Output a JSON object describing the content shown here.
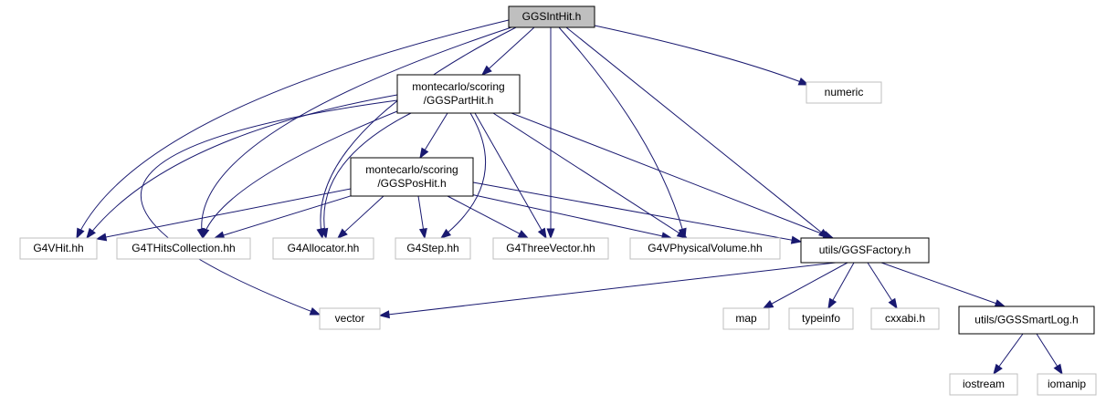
{
  "colors": {
    "edge": "#191970",
    "root_fill": "#bfbfbf",
    "documented_border": "#000000",
    "external_border": "#bfbfbf",
    "text": "#000000"
  },
  "nodes": [
    {
      "id": "ggsinthit",
      "lines": [
        "GGSIntHit.h"
      ],
      "kind": "root"
    },
    {
      "id": "ggsparthit",
      "lines": [
        "montecarlo/scoring",
        "/GGSPartHit.h"
      ],
      "kind": "documented"
    },
    {
      "id": "ggsposhit",
      "lines": [
        "montecarlo/scoring",
        "/GGSPosHit.h"
      ],
      "kind": "documented"
    },
    {
      "id": "numeric",
      "lines": [
        "numeric"
      ],
      "kind": "external"
    },
    {
      "id": "g4vhit",
      "lines": [
        "G4VHit.hh"
      ],
      "kind": "external"
    },
    {
      "id": "g4thitscollection",
      "lines": [
        "G4THitsCollection.hh"
      ],
      "kind": "external"
    },
    {
      "id": "g4allocator",
      "lines": [
        "G4Allocator.hh"
      ],
      "kind": "external"
    },
    {
      "id": "g4step",
      "lines": [
        "G4Step.hh"
      ],
      "kind": "external"
    },
    {
      "id": "g4threevector",
      "lines": [
        "G4ThreeVector.hh"
      ],
      "kind": "external"
    },
    {
      "id": "g4vphysicalvolume",
      "lines": [
        "G4VPhysicalVolume.hh"
      ],
      "kind": "external"
    },
    {
      "id": "ggsfactory",
      "lines": [
        "utils/GGSFactory.h"
      ],
      "kind": "documented"
    },
    {
      "id": "vector",
      "lines": [
        "vector"
      ],
      "kind": "external"
    },
    {
      "id": "map",
      "lines": [
        "map"
      ],
      "kind": "external"
    },
    {
      "id": "typeinfo",
      "lines": [
        "typeinfo"
      ],
      "kind": "external"
    },
    {
      "id": "cxxabi",
      "lines": [
        "cxxabi.h"
      ],
      "kind": "external"
    },
    {
      "id": "ggssmartlog",
      "lines": [
        "utils/GGSSmartLog.h"
      ],
      "kind": "documented"
    },
    {
      "id": "iostream",
      "lines": [
        "iostream"
      ],
      "kind": "external"
    },
    {
      "id": "iomanip",
      "lines": [
        "iomanip"
      ],
      "kind": "external"
    }
  ],
  "edges": [
    {
      "from": "ggsinthit",
      "to": "ggsparthit"
    },
    {
      "from": "ggsinthit",
      "to": "g4vhit"
    },
    {
      "from": "ggsinthit",
      "to": "g4thitscollection"
    },
    {
      "from": "ggsinthit",
      "to": "g4allocator"
    },
    {
      "from": "ggsinthit",
      "to": "g4threevector"
    },
    {
      "from": "ggsinthit",
      "to": "g4vphysicalvolume"
    },
    {
      "from": "ggsinthit",
      "to": "ggsfactory"
    },
    {
      "from": "ggsinthit",
      "to": "numeric"
    },
    {
      "from": "ggsparthit",
      "to": "g4vhit"
    },
    {
      "from": "ggsparthit",
      "to": "g4thitscollection"
    },
    {
      "from": "ggsparthit",
      "to": "g4allocator"
    },
    {
      "from": "ggsparthit",
      "to": "ggsposhit"
    },
    {
      "from": "ggsparthit",
      "to": "g4step"
    },
    {
      "from": "ggsparthit",
      "to": "g4threevector"
    },
    {
      "from": "ggsparthit",
      "to": "g4vphysicalvolume"
    },
    {
      "from": "ggsparthit",
      "to": "ggsfactory"
    },
    {
      "from": "ggsparthit",
      "to": "vector"
    },
    {
      "from": "ggsposhit",
      "to": "g4vhit"
    },
    {
      "from": "ggsposhit",
      "to": "g4thitscollection"
    },
    {
      "from": "ggsposhit",
      "to": "g4allocator"
    },
    {
      "from": "ggsposhit",
      "to": "g4step"
    },
    {
      "from": "ggsposhit",
      "to": "g4threevector"
    },
    {
      "from": "ggsposhit",
      "to": "g4vphysicalvolume"
    },
    {
      "from": "ggsposhit",
      "to": "ggsfactory"
    },
    {
      "from": "ggsfactory",
      "to": "vector"
    },
    {
      "from": "ggsfactory",
      "to": "map"
    },
    {
      "from": "ggsfactory",
      "to": "typeinfo"
    },
    {
      "from": "ggsfactory",
      "to": "cxxabi"
    },
    {
      "from": "ggsfactory",
      "to": "ggssmartlog"
    },
    {
      "from": "ggssmartlog",
      "to": "iostream"
    },
    {
      "from": "ggssmartlog",
      "to": "iomanip"
    }
  ]
}
